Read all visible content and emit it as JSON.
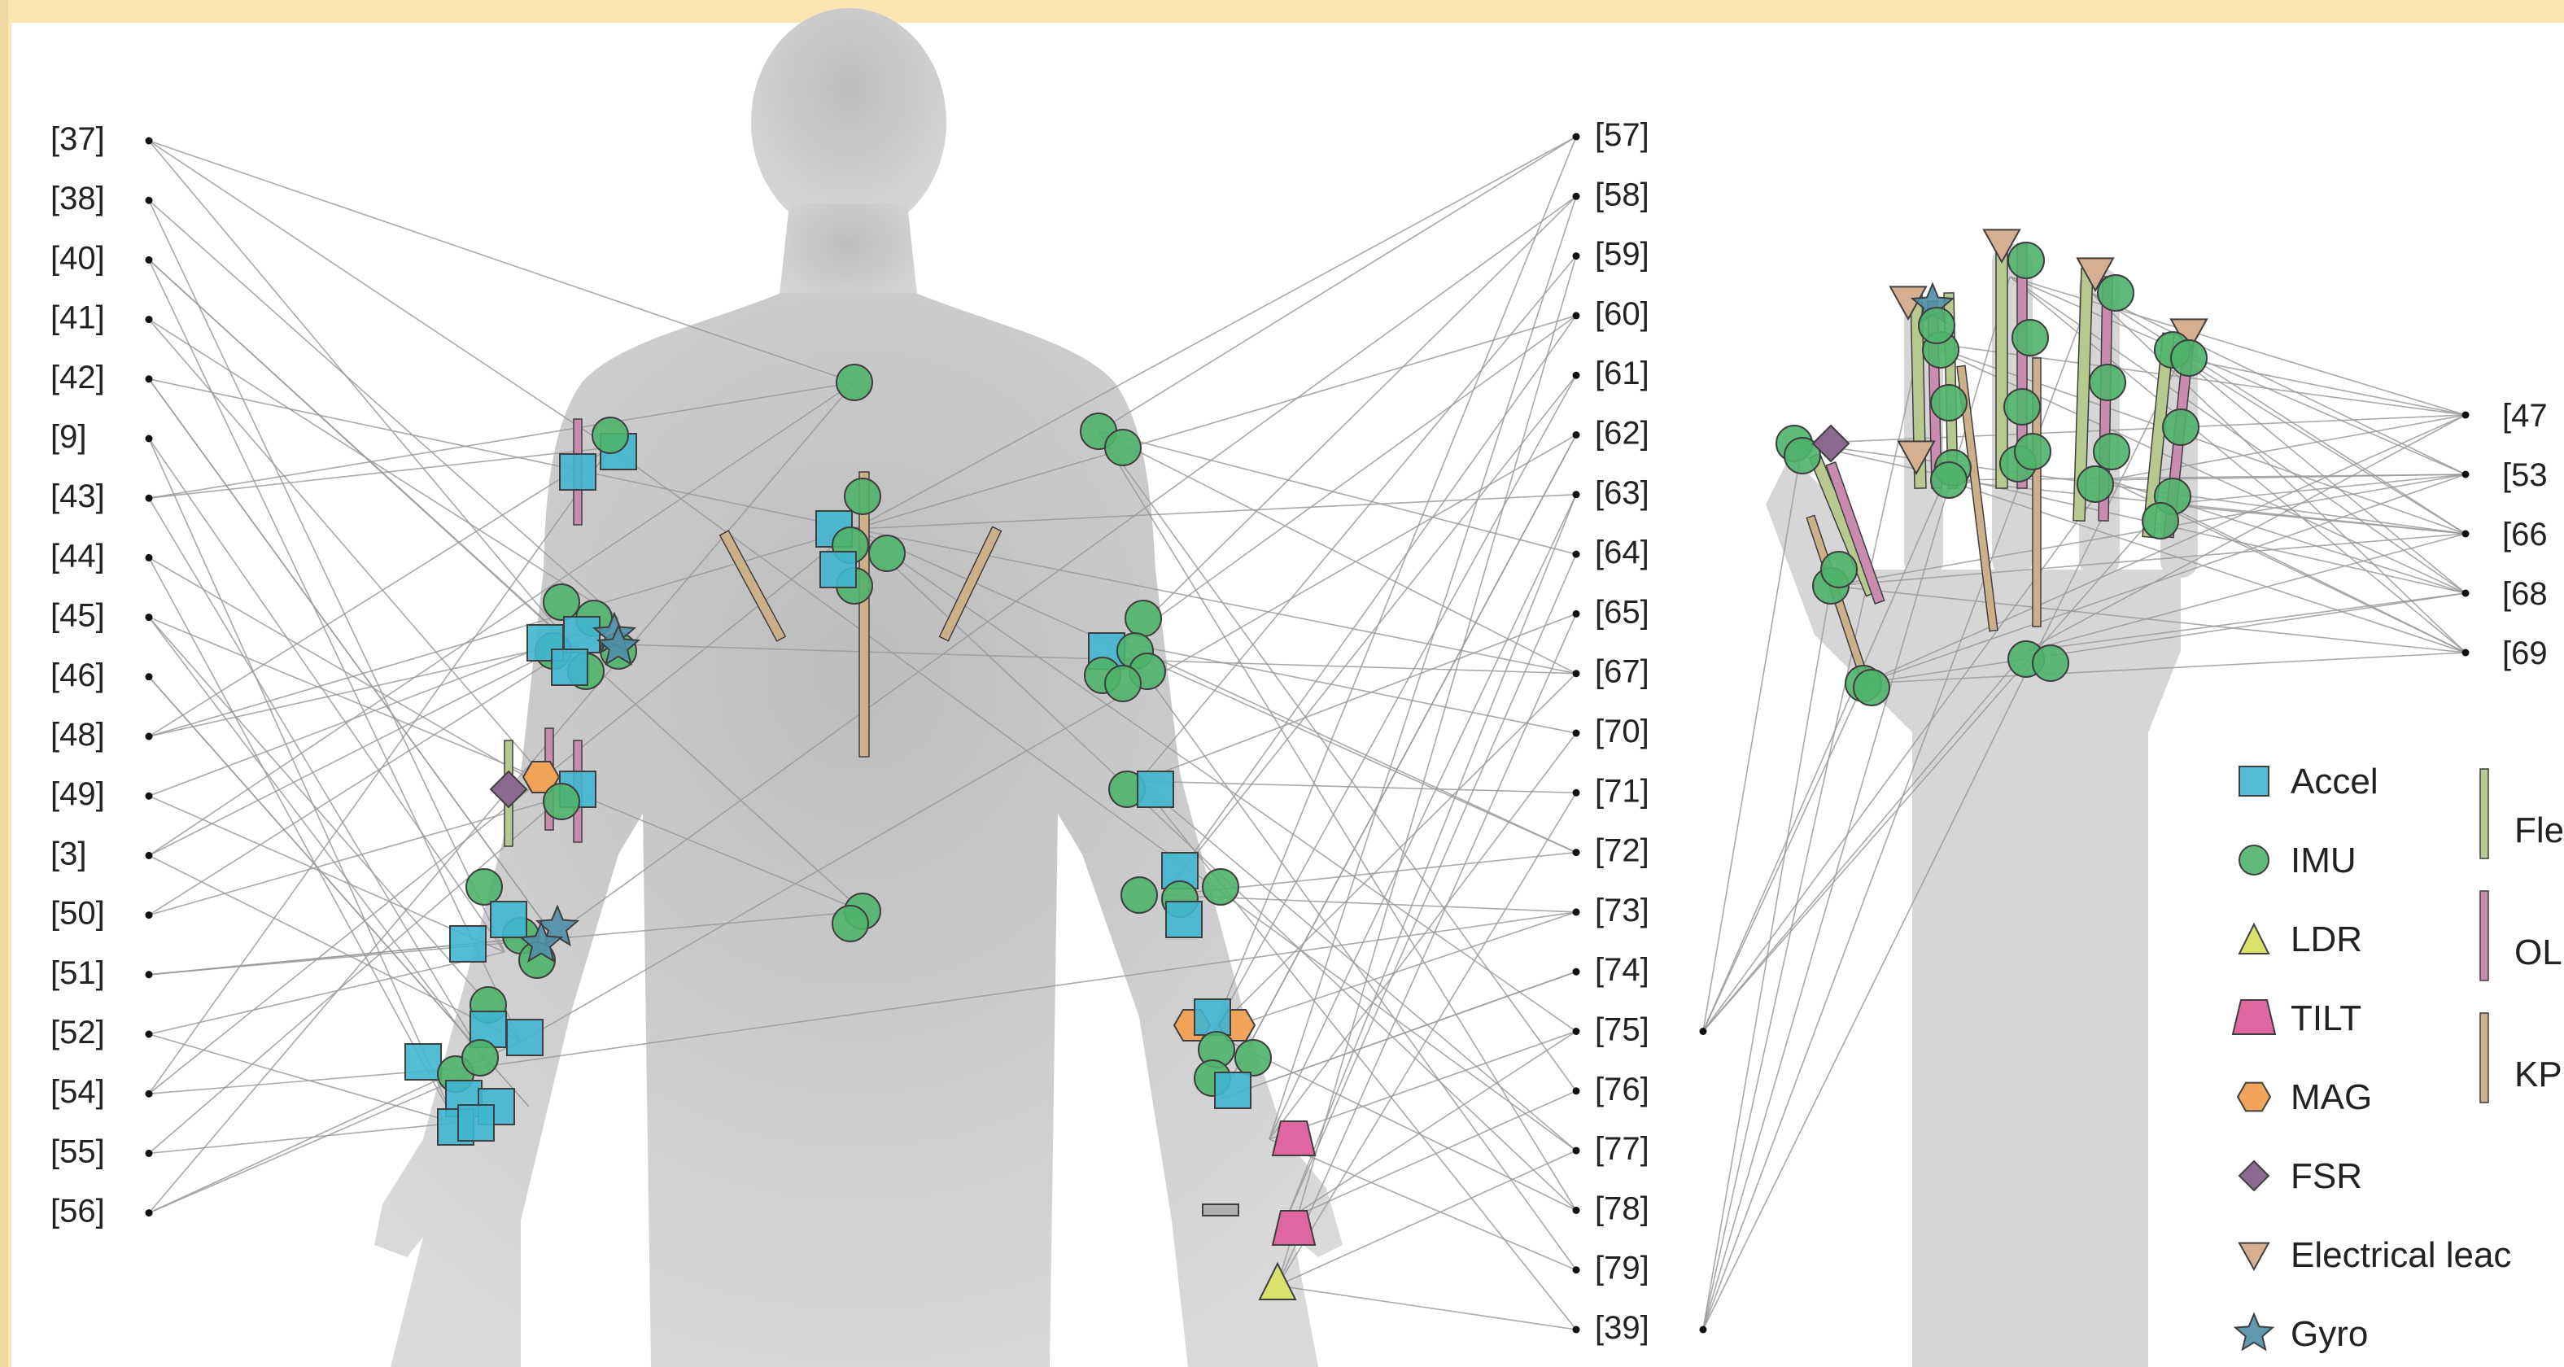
{
  "figure": {
    "left_refs": [
      "[37]",
      "[38]",
      "[40]",
      "[41]",
      "[42]",
      "[9]",
      "[43]",
      "[44]",
      "[45]",
      "[46]",
      "[48]",
      "[49]",
      "[3]",
      "[50]",
      "[51]",
      "[52]",
      "[54]",
      "[55]",
      "[56]"
    ],
    "middle_refs": [
      "[57]",
      "[58]",
      "[59]",
      "[60]",
      "[61]",
      "[62]",
      "[63]",
      "[64]",
      "[65]",
      "[67]",
      "[70]",
      "[71]",
      "[72]",
      "[73]",
      "[74]",
      "[75]",
      "[76]",
      "[77]",
      "[78]",
      "[79]",
      "[39]"
    ],
    "hand_refs": [
      "[47",
      "[53",
      "[66",
      "[68",
      "[69"
    ],
    "legend": {
      "accel": "Accel",
      "imu": "IMU",
      "ldr": "LDR",
      "tilt": "TILT",
      "mag": "MAG",
      "fsr": "FSR",
      "electrical": "Electrical leac",
      "gyro": "Gyro",
      "flex": "Fle",
      "ol": "OL",
      "kp": "KP"
    },
    "colors": {
      "accel": "#3fb6cf",
      "imu": "#4fb36b",
      "ldr": "#d8e26a",
      "tilt": "#e066a0",
      "mag": "#f0a45a",
      "fsr": "#8a6a8e",
      "electrical": "#d6ae90",
      "gyro": "#4f8fa8",
      "flex": "#b8c990",
      "ol": "#c98cae",
      "kp": "#cdb08a",
      "silhouette": "#cfcfcf",
      "background": "#fbe6b3"
    }
  }
}
